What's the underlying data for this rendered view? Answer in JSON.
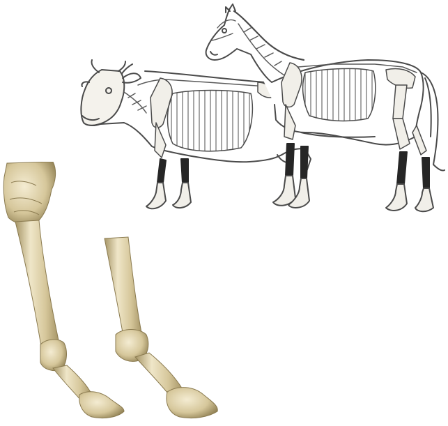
{
  "figure": {
    "illustration": {
      "subject": "cow-and-horse-skeleton-comparison",
      "style": "line-drawing"
    },
    "photo": {
      "subject": "bone-leg-specimen",
      "style": "photograph"
    }
  },
  "colors": {
    "background": "#ffffff",
    "line": "#4a4a4a",
    "bone_fill": "#f1efe9",
    "leg_bone_dark": "#262626",
    "photo_bone_light": "#efe6c8",
    "photo_bone_mid": "#d6c79b",
    "photo_bone_shadow": "#a69566",
    "photo_background": "#ffffff"
  }
}
